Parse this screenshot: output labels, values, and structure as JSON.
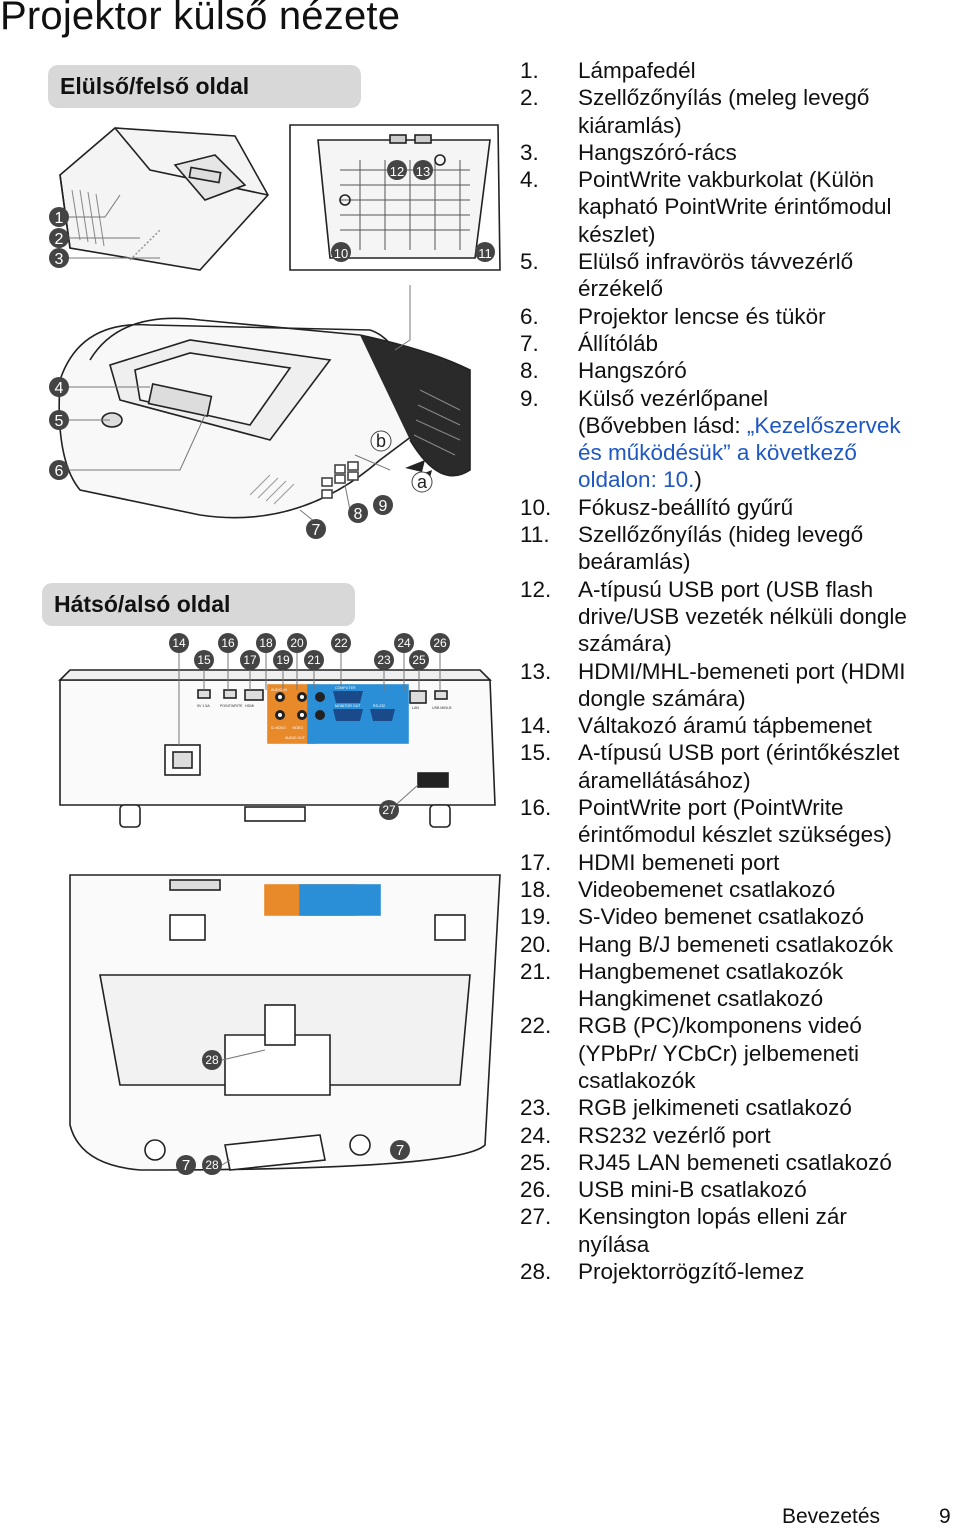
{
  "page": {
    "title": "Projektor külső nézete",
    "sections": {
      "front": "Elülső/felső oldal",
      "rear": "Hátsó/alsó oldal"
    }
  },
  "callouts": {
    "front_left": [
      "1",
      "2",
      "3",
      "4",
      "5",
      "6"
    ],
    "front_detail": [
      "10",
      "11",
      "12",
      "13"
    ],
    "front_main": [
      "7",
      "8",
      "9"
    ],
    "front_letters": [
      "a",
      "b"
    ],
    "rear_top": [
      "14",
      "16",
      "18",
      "20",
      "22",
      "24",
      "26"
    ],
    "rear_bottom": [
      "15",
      "17",
      "19",
      "21",
      "23",
      "25"
    ],
    "rear_other": [
      "27",
      "28",
      "28",
      "7",
      "7"
    ]
  },
  "panel_labels": [
    "5V 1.5A",
    "POINTWRITE",
    "HDMI",
    "AUDIO IN",
    "S-VIDEO",
    "VIDEO",
    "AUDIO OUT",
    "COMPUTER",
    "MONITOR OUT",
    "RS-232",
    "LAN",
    "USB MINI-B"
  ],
  "features": [
    {
      "num": "1.",
      "lines": [
        "Lámpafedél"
      ]
    },
    {
      "num": "2.",
      "lines": [
        "Szellőzőnyílás (meleg levegő",
        "kiáramlás)"
      ]
    },
    {
      "num": "3.",
      "lines": [
        "Hangszóró-rács"
      ]
    },
    {
      "num": "4.",
      "lines": [
        "PointWrite vakburkolat (Külön",
        "kapható PointWrite érintőmodul",
        "készlet)"
      ]
    },
    {
      "num": "5.",
      "lines": [
        "Elülső infravörös távvezérlő",
        "érzékelő"
      ]
    },
    {
      "num": "6.",
      "lines": [
        "Projektor lencse és tükör"
      ]
    },
    {
      "num": "7.",
      "lines": [
        "Állítóláb"
      ]
    },
    {
      "num": "8.",
      "lines": [
        "Hangszóró"
      ]
    },
    {
      "num": "9.",
      "lines": [
        "Külső vezérlőpanel"
      ]
    },
    {
      "num": "10.",
      "lines": [
        "Fókusz-beállító gyűrű"
      ]
    },
    {
      "num": "11.",
      "lines": [
        "Szellőzőnyílás (hideg levegő",
        "beáramlás)"
      ]
    },
    {
      "num": "12.",
      "lines": [
        "A-típusú USB port (USB flash",
        "drive/USB vezeték nélküli dongle",
        "számára)"
      ]
    },
    {
      "num": "13.",
      "lines": [
        "HDMI/MHL-bemeneti port (HDMI",
        "dongle számára)"
      ]
    },
    {
      "num": "14.",
      "lines": [
        "Váltakozó áramú tápbemenet"
      ]
    },
    {
      "num": "15.",
      "lines": [
        "A-típusú USB port (érintőkészlet",
        "áramellátásához)"
      ]
    },
    {
      "num": "16.",
      "lines": [
        "PointWrite port (PointWrite",
        "érintőmodul készlet szükséges)"
      ]
    },
    {
      "num": "17.",
      "lines": [
        "HDMI bemeneti port"
      ]
    },
    {
      "num": "18.",
      "lines": [
        "Videobemenet csatlakozó"
      ]
    },
    {
      "num": "19.",
      "lines": [
        "S-Video bemenet csatlakozó"
      ]
    },
    {
      "num": "20.",
      "lines": [
        "Hang B/J bemeneti csatlakozók"
      ]
    },
    {
      "num": "21.",
      "lines": [
        "Hangbemenet csatlakozók",
        "Hangkimenet csatlakozó"
      ]
    },
    {
      "num": "22.",
      "lines": [
        "RGB (PC)/komponens videó",
        "(YPbPr/ YCbCr) jelbemeneti",
        "csatlakozók"
      ]
    },
    {
      "num": "23.",
      "lines": [
        "RGB jelkimeneti csatlakozó"
      ]
    },
    {
      "num": "24.",
      "lines": [
        "RS232 vezérlő port"
      ]
    },
    {
      "num": "25.",
      "lines": [
        "RJ45 LAN bemeneti csatlakozó"
      ]
    },
    {
      "num": "26.",
      "lines": [
        "USB mini-B csatlakozó"
      ]
    },
    {
      "num": "27.",
      "lines": [
        "Kensington lopás elleni zár",
        "nyílása"
      ]
    },
    {
      "num": "28.",
      "lines": [
        "Projektorrögzítő-lemez"
      ]
    }
  ],
  "item9_extra": {
    "prefix": "(Bővebben lásd: ",
    "link": "„Kezelőszervek és működésük” a következő oldalon: 10.",
    "link_line1": "„Kezelőszervek",
    "link_line2": "és működésük” a következő",
    "link_line3": "oldalon: 10.",
    "suffix": ")"
  },
  "footer": {
    "section": "Bevezetés",
    "page": "9"
  },
  "colors": {
    "section_bg": "#d8d8d8",
    "link": "#1f57c3",
    "panel_orange": "#e8892a",
    "panel_blue": "#2a8fd6"
  }
}
